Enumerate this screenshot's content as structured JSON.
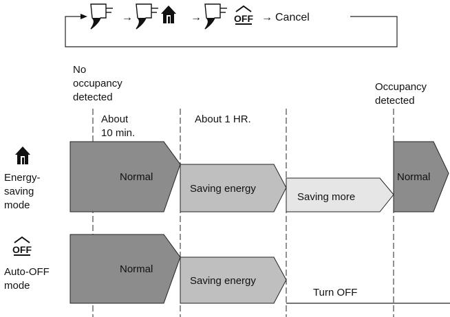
{
  "sequence": {
    "arrow": "→",
    "cancel_label": "Cancel",
    "icons": [
      "sensor-icon",
      "sensor-icon",
      "home-icon",
      "sensor-icon",
      "off-icon"
    ]
  },
  "events": {
    "no_occupancy": [
      "No",
      "occupancy",
      "detected"
    ],
    "occupancy": [
      "Occupancy",
      "detected"
    ]
  },
  "intervals": {
    "about_10": [
      "About",
      "10 min."
    ],
    "about_1hr": "About 1 HR."
  },
  "modes": {
    "energy_saving": {
      "icon": "home-icon",
      "label": [
        "Energy-",
        "saving",
        "mode"
      ],
      "states": [
        "Normal",
        "Saving energy",
        "Saving more",
        "Normal"
      ]
    },
    "auto_off": {
      "icon": "off-icon",
      "label": [
        "Auto-OFF",
        "mode"
      ],
      "states": [
        "Normal",
        "Saving energy"
      ],
      "end_state": "Turn OFF"
    }
  },
  "colors": {
    "normal": "#8c8c8c",
    "saving_energy": "#bfbfbf",
    "saving_more": "#e6e6e6"
  }
}
